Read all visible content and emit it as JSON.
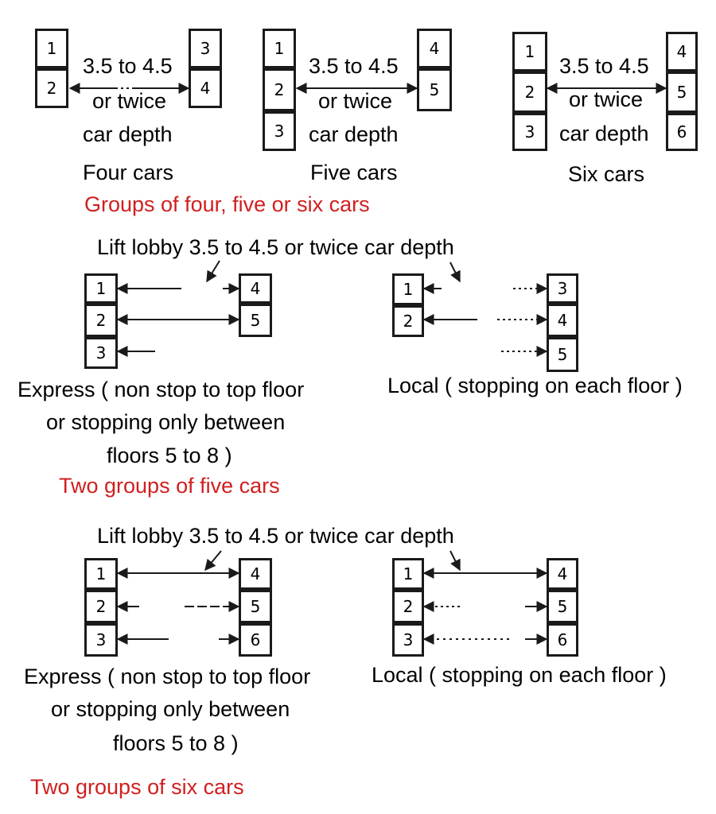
{
  "diagram": {
    "section1": {
      "heading": "Groups of four, five or six cars",
      "four": {
        "caption": "Four cars",
        "dim_line1": "3.5 to 4.5",
        "dim_line2": "or twice",
        "dim_line3": "car depth",
        "cars": [
          "1",
          "2",
          "3",
          "4"
        ]
      },
      "five": {
        "caption": "Five cars",
        "dim_line1": "3.5 to 4.5",
        "dim_line2": "or twice",
        "dim_line3": "car depth",
        "cars": [
          "1",
          "2",
          "3",
          "4",
          "5"
        ]
      },
      "six": {
        "caption": "Six cars",
        "dim_line1": "3.5 to 4.5",
        "dim_line2": "or twice",
        "dim_line3": "car depth",
        "cars": [
          "1",
          "2",
          "3",
          "4",
          "5",
          "6"
        ]
      }
    },
    "section2": {
      "lobby_label": "Lift lobby 3.5 to 4.5  or twice car depth",
      "express": {
        "caption_line1": "Express ( non stop to top floor",
        "caption_line2": "or stopping only between",
        "caption_line3": "floors 5 to 8 )",
        "cars": [
          "1",
          "2",
          "3",
          "4",
          "5"
        ]
      },
      "local": {
        "caption": "Local ( stopping on each floor )",
        "cars": [
          "1",
          "2",
          "3",
          "4",
          "5"
        ]
      },
      "heading": "Two groups of five cars"
    },
    "section3": {
      "lobby_label": "Lift lobby 3.5 to 4.5  or twice car depth",
      "express": {
        "caption_line1": "Express ( non stop to top floor",
        "caption_line2": "or stopping only between",
        "caption_line3": "floors 5 to 8 )",
        "cars": [
          "1",
          "2",
          "3",
          "4",
          "5",
          "6"
        ]
      },
      "local": {
        "caption": "Local ( stopping on each floor )",
        "cars": [
          "1",
          "2",
          "3",
          "4",
          "5",
          "6"
        ]
      },
      "heading": "Two groups of six cars"
    },
    "colors": {
      "heading": "#d11f1f",
      "line": "#1a1a1a"
    }
  }
}
